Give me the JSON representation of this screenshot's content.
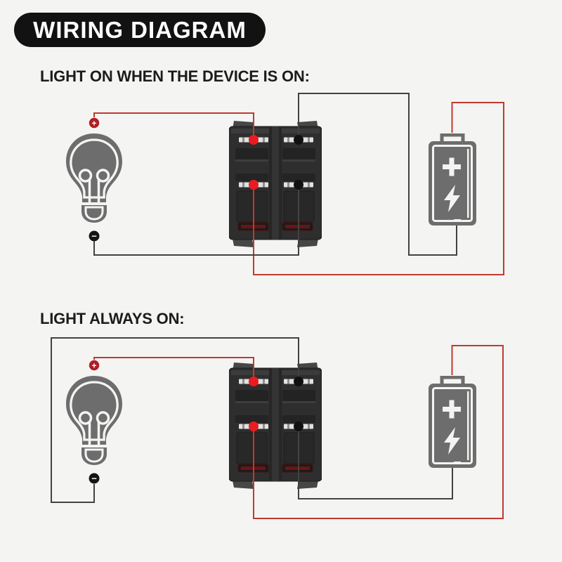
{
  "banner": {
    "title": "WIRING DIAGRAM"
  },
  "sections": [
    {
      "title": "LIGHT ON WHEN THE DEVICE IS ON:"
    },
    {
      "title": "LIGHT ALWAYS ON:"
    }
  ],
  "labels": {
    "plus": "+",
    "minus": "−"
  },
  "colors": {
    "background": "#f4f4f3",
    "banner_bg": "#121212",
    "banner_text": "#ffffff",
    "title_text": "#1c1c1c",
    "wire_red": "#c03a2e",
    "wire_black": "#424242",
    "terminal_dot_red": "#ea1b22",
    "terminal_dot_black": "#111111",
    "badge_plus_bg": "#b01d22",
    "badge_minus_bg": "#141414",
    "component_gray": "#6d6d6d",
    "switch_body": "#2e2e2e",
    "switch_slot_red": "#6b1416"
  },
  "icons": {
    "bulb": "light-bulb",
    "switch": "rocker-switch-back",
    "battery": "battery",
    "battery_plus": "plus-sign",
    "battery_bolt": "lightning-bolt"
  },
  "wiring": {
    "diagram1": {
      "connections": [
        {
          "from": "bulb-positive",
          "to": "switch-terminal-top-left",
          "color": "red"
        },
        {
          "from": "switch-terminal-mid-left",
          "to": "battery-positive",
          "color": "red"
        },
        {
          "from": "bulb-negative",
          "to": "switch-terminal-mid-right",
          "color": "black"
        },
        {
          "from": "switch-terminal-top-right",
          "to": "battery-negative",
          "color": "black"
        }
      ]
    },
    "diagram2": {
      "connections": [
        {
          "from": "bulb-positive",
          "to": "switch-terminal-top-left",
          "color": "red"
        },
        {
          "from": "switch-terminal-mid-left",
          "to": "battery-positive",
          "color": "red"
        },
        {
          "from": "bulb-negative",
          "to": "switch-terminal-top-right",
          "color": "black"
        },
        {
          "from": "switch-terminal-mid-right",
          "to": "battery-negative",
          "color": "black"
        }
      ]
    }
  }
}
